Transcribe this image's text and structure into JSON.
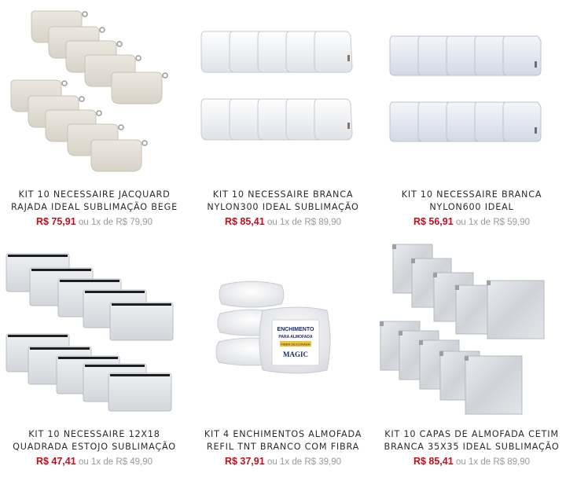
{
  "products": [
    {
      "title_line1": "KIT 10 NECESSAIRE JACQUARD",
      "title_line2": "RAJADA IDEAL SUBLIMAÇÃO BEGE",
      "price": "R$ 75,91",
      "installment": "ou 1x de R$ 79,90",
      "image": "beige-pouches"
    },
    {
      "title_line1": "KIT 10 NECESSAIRE BRANCA",
      "title_line2": "NYLON300 IDEAL SUBLIMAÇÃO",
      "price": "R$ 85,41",
      "installment": "ou 1x de R$ 89,90",
      "image": "white-nylon300-bags"
    },
    {
      "title_line1": "KIT 10 NECESSAIRE BRANCA",
      "title_line2": "NYLON600 IDEAL",
      "price": "R$ 56,91",
      "installment": "ou 1x de R$ 59,90",
      "image": "white-nylon600-bags"
    },
    {
      "title_line1": "KIT 10 NECESSAIRE 12X18",
      "title_line2": "QUADRADA ESTOJO SUBLIMAÇÃO",
      "price": "R$ 47,41",
      "installment": "ou 1x de R$ 49,90",
      "image": "zipper-pouches"
    },
    {
      "title_line1": "KIT 4 ENCHIMENTOS ALMOFADA",
      "title_line2": "REFIL TNT BRANCO COM FIBRA",
      "price": "R$ 37,91",
      "installment": "ou 1x de R$ 39,90",
      "image": "pillow-fillings",
      "package_text": {
        "line1": "ENCHIMENTO",
        "line2": "PARA ALMOFADA",
        "band": "FIBRA SILICONADA",
        "brand": "MAGIC"
      }
    },
    {
      "title_line1": "KIT 10 CAPAS DE ALMOFADA CETIM",
      "title_line2": "BRANCA 35X35 IDEAL SUBLIMAÇÃO",
      "price": "R$ 85,41",
      "installment": "ou 1x de R$ 89,90",
      "image": "satin-pillow-covers"
    }
  ],
  "colors": {
    "price": "#c40e1d",
    "installment": "#9a9a9a",
    "title": "#2b2b2b"
  }
}
